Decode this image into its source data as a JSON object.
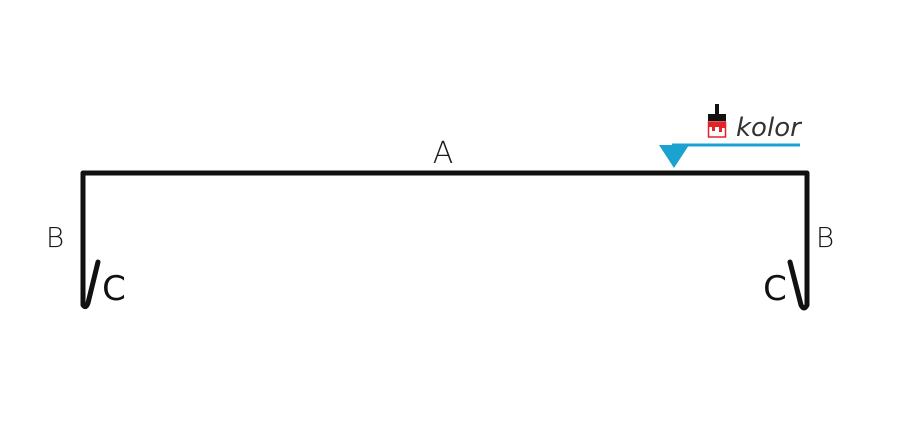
{
  "labels": {
    "top_length": "A",
    "left_height": "B",
    "right_height": "B",
    "left_hem": "C",
    "right_hem": "C",
    "color_side": "kolor"
  },
  "colors": {
    "profile_line": "#111111",
    "color_marker": "#1aa3d1",
    "brush_handle": "#111111",
    "brush_paint": "#e0242a"
  },
  "icons": {
    "color_side_icon": "paint-brush-icon",
    "color_side_marker": "triangle-down-icon"
  }
}
